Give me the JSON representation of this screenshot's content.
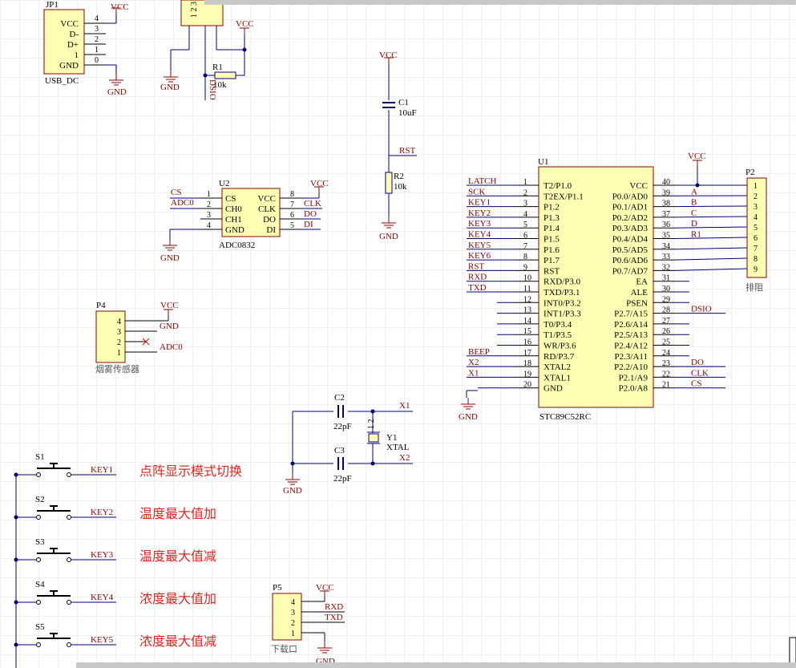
{
  "jp1": {
    "ref": "JP1",
    "name": "USB_DC",
    "pins": [
      "VCC",
      "D-",
      "D+",
      "1",
      "GND"
    ],
    "nums": [
      "4",
      "3",
      "2",
      "1",
      "0"
    ]
  },
  "top_conn": {
    "pins": "1 2 3"
  },
  "r1": {
    "ref": "R1",
    "value": "10k",
    "net": "DSIO"
  },
  "c1": {
    "ref": "C1",
    "value": "10uF"
  },
  "r2": {
    "ref": "R2",
    "value": "10k"
  },
  "u2": {
    "ref": "U2",
    "part": "ADC0832",
    "left_pins": [
      "CS",
      "CH0",
      "CH1",
      "GND"
    ],
    "left_nums": [
      "1",
      "2",
      "3",
      "4"
    ],
    "right_pins": [
      "VCC",
      "CLK",
      "DO",
      "DI"
    ],
    "right_nums": [
      "8",
      "7",
      "6",
      "5"
    ],
    "left_nets": [
      "CS",
      "ADC0"
    ],
    "right_nets": [
      "VCC",
      "CLK",
      "DO",
      "DI"
    ]
  },
  "p4": {
    "ref": "P4",
    "name": "烟雾传感器",
    "nums": [
      "4",
      "3",
      "2",
      "1"
    ],
    "nets": [
      "VCC",
      "GND",
      "ADC0"
    ]
  },
  "u1": {
    "ref": "U1",
    "part": "STC89C52RC",
    "left_pins": [
      "T2/P1.0",
      "T2EX/P1.1",
      "P1.2",
      "P1.3",
      "P1.4",
      "P1.5",
      "P1.6",
      "P1.7",
      "RST",
      "RXD/P3.0",
      "TXD/P3.1",
      "INT0/P3.2",
      "INT1/P3.3",
      "T0/P3.4",
      "T1/P3.5",
      "WR/P3.6",
      "RD/P3.7",
      "XTAL2",
      "XTAL1",
      "GND"
    ],
    "left_nums": [
      "1",
      "2",
      "3",
      "4",
      "5",
      "6",
      "7",
      "8",
      "9",
      "10",
      "11",
      "12",
      "13",
      "14",
      "15",
      "16",
      "17",
      "18",
      "19",
      "20"
    ],
    "left_nets": [
      "LATCH",
      "SCK",
      "KEY1",
      "KEY2",
      "KEY3",
      "KEY4",
      "KEY5",
      "KEY6",
      "RST",
      "RXD",
      "TXD",
      "",
      "",
      "",
      "",
      "",
      "BEEP",
      "X2",
      "X1",
      ""
    ],
    "right_pins": [
      "VCC",
      "P0.0/AD0",
      "P0.1/AD1",
      "P0.2/AD2",
      "P0.3/AD3",
      "P0.4/AD4",
      "P0.5/AD5",
      "P0.6/AD6",
      "P0.7/AD7",
      "EA",
      "ALE",
      "PSEN",
      "P2.7/A15",
      "P2.6/A14",
      "P2.5/A13",
      "P2.4/A12",
      "P2.3/A11",
      "P2.2/A10",
      "P2.1/A9",
      "P2.0/A8"
    ],
    "right_nums": [
      "40",
      "39",
      "38",
      "37",
      "36",
      "35",
      "34",
      "33",
      "32",
      "31",
      "30",
      "29",
      "28",
      "27",
      "26",
      "25",
      "24",
      "23",
      "22",
      "21"
    ],
    "right_nets": [
      "",
      "A",
      "B",
      "C",
      "D",
      "R1",
      "",
      "",
      "",
      "",
      "",
      "",
      "DSIO",
      "",
      "",
      "",
      "",
      "DO",
      "CLK",
      "CS"
    ]
  },
  "p2": {
    "ref": "P2",
    "name": "排阻",
    "nums": [
      "1",
      "2",
      "3",
      "4",
      "5",
      "6",
      "7",
      "8",
      "9"
    ]
  },
  "c2": {
    "ref": "C2",
    "value": "22pF"
  },
  "c3": {
    "ref": "C3",
    "value": "22pF"
  },
  "y1": {
    "ref": "Y1",
    "value": "XTAL",
    "pins": "1 2"
  },
  "xnets": [
    "X1",
    "X2"
  ],
  "vcc": "VCC",
  "gnd": "GND",
  "rst": "RST",
  "switches": [
    {
      "ref": "S1",
      "net": "KEY1",
      "comment": "点阵显示模式切换"
    },
    {
      "ref": "S2",
      "net": "KEY2",
      "comment": "温度最大值加"
    },
    {
      "ref": "S3",
      "net": "KEY3",
      "comment": "温度最大值减"
    },
    {
      "ref": "S4",
      "net": "KEY4",
      "comment": "浓度最大值加"
    },
    {
      "ref": "S5",
      "net": "KEY5",
      "comment": "浓度最大值减"
    }
  ],
  "p5": {
    "ref": "P5",
    "name": "下载口",
    "nums": [
      "4",
      "3",
      "2",
      "1"
    ],
    "nets": [
      "VCC",
      "RXD",
      "TXD",
      "GND"
    ]
  }
}
